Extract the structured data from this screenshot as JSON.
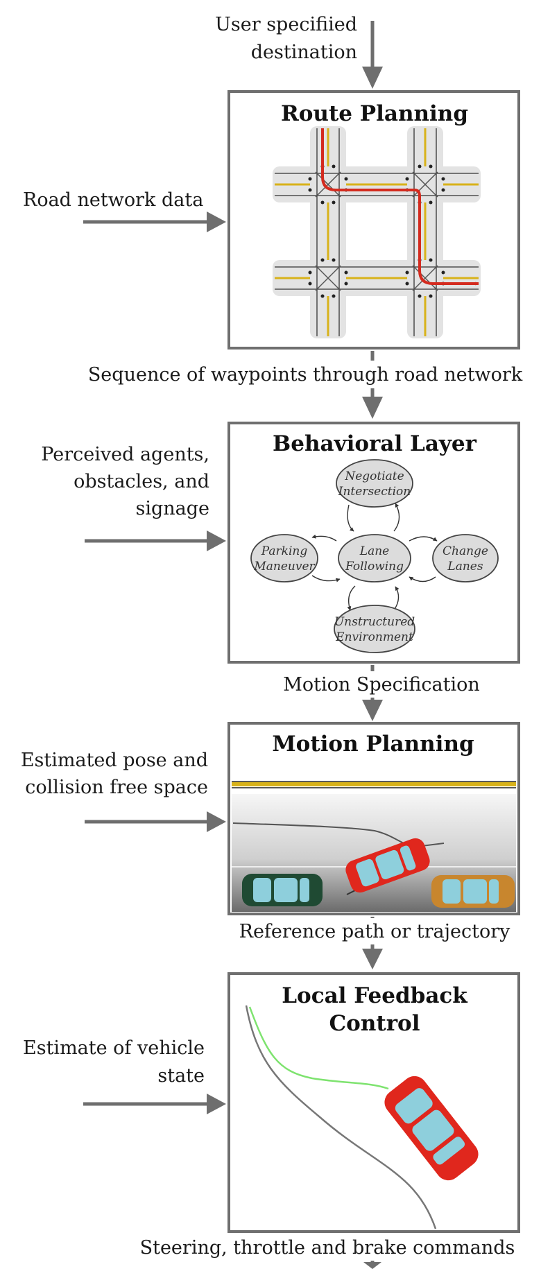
{
  "top_input": {
    "line1": "User specifiied",
    "line2": "destination"
  },
  "route_planning": {
    "title": "Route Planning",
    "input": "Road network data",
    "output": "Sequence of waypoints through road network"
  },
  "behavioral_layer": {
    "title": "Behavioral Layer",
    "input": {
      "line1": "Perceived agents,",
      "line2": "obstacles, and",
      "line3": "signage"
    },
    "states": {
      "negotiate": {
        "line1": "Negotiate",
        "line2": "Intersection"
      },
      "parking": {
        "line1": "Parking",
        "line2": "Maneuver"
      },
      "lane": {
        "line1": "Lane",
        "line2": "Following"
      },
      "change": {
        "line1": "Change",
        "line2": "Lanes"
      },
      "unstructured": {
        "line1": "Unstructured",
        "line2": "Environment"
      }
    },
    "output": "Motion Specification"
  },
  "motion_planning": {
    "title": "Motion Planning",
    "input": {
      "line1": "Estimated pose and",
      "line2": "collision free space"
    },
    "output": "Reference path or trajectory"
  },
  "local_feedback": {
    "title": {
      "line1": "Local Feedback",
      "line2": "Control"
    },
    "input": {
      "line1": "Estimate of vehicle",
      "line2": "state"
    },
    "output": "Steering, throttle and brake commands"
  },
  "colors": {
    "arrow": "#6e6e6e",
    "box_border": "#6f6f6f",
    "route_red": "#d42b1f",
    "lane_yellow": "#d8b21a",
    "car_red": "#e0271d",
    "car_green": "#1f4a33",
    "car_orange": "#c8862e",
    "glass": "#8ecfdc",
    "state_fill": "#dcdcdc",
    "tracking_green": "#7ee36f"
  }
}
